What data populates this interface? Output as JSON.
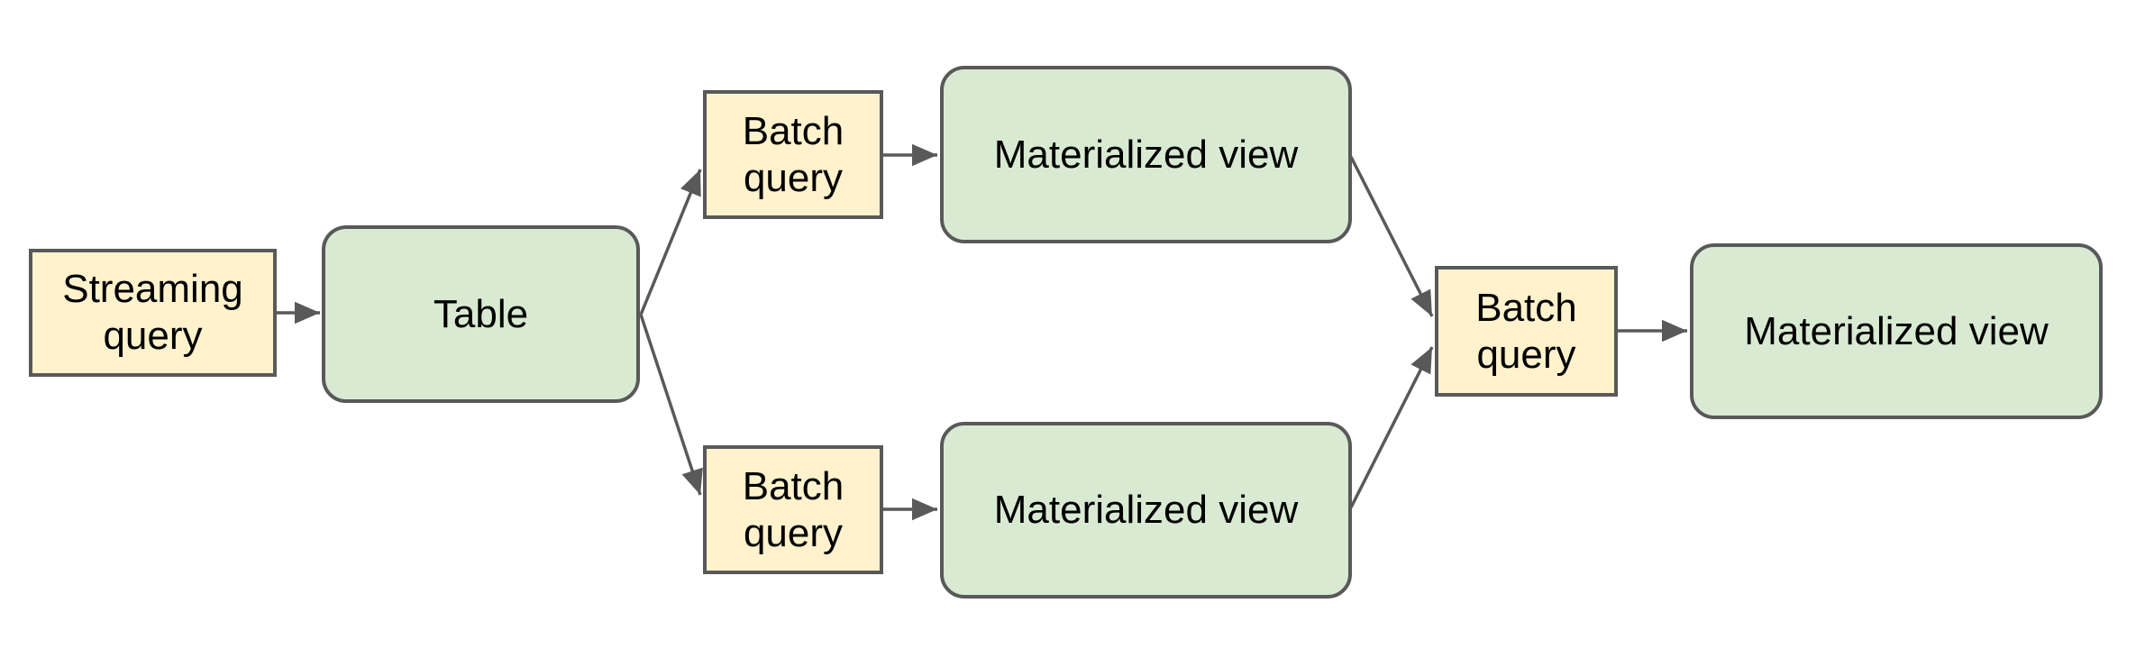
{
  "diagram": {
    "colors": {
      "query_fill": "#fff2cc",
      "store_fill": "#d9ead3",
      "node_border": "#595959",
      "arrow": "#595959",
      "text": "#000000",
      "background": "#ffffff"
    },
    "nodes": [
      {
        "id": "streaming-query",
        "kind": "query",
        "label": "Streaming query"
      },
      {
        "id": "table",
        "kind": "store",
        "label": "Table"
      },
      {
        "id": "batch-query-top",
        "kind": "query",
        "label": "Batch query"
      },
      {
        "id": "materialized-view-top",
        "kind": "store",
        "label": "Materialized view"
      },
      {
        "id": "batch-query-bottom",
        "kind": "query",
        "label": "Batch query"
      },
      {
        "id": "materialized-view-bottom",
        "kind": "store",
        "label": "Materialized view"
      },
      {
        "id": "batch-query-right",
        "kind": "query",
        "label": "Batch query"
      },
      {
        "id": "materialized-view-right",
        "kind": "store",
        "label": "Materialized view"
      }
    ],
    "edges": [
      {
        "from": "streaming-query",
        "to": "table"
      },
      {
        "from": "table",
        "to": "batch-query-top"
      },
      {
        "from": "table",
        "to": "batch-query-bottom"
      },
      {
        "from": "batch-query-top",
        "to": "materialized-view-top"
      },
      {
        "from": "batch-query-bottom",
        "to": "materialized-view-bottom"
      },
      {
        "from": "materialized-view-top",
        "to": "batch-query-right"
      },
      {
        "from": "materialized-view-bottom",
        "to": "batch-query-right"
      },
      {
        "from": "batch-query-right",
        "to": "materialized-view-right"
      }
    ]
  }
}
